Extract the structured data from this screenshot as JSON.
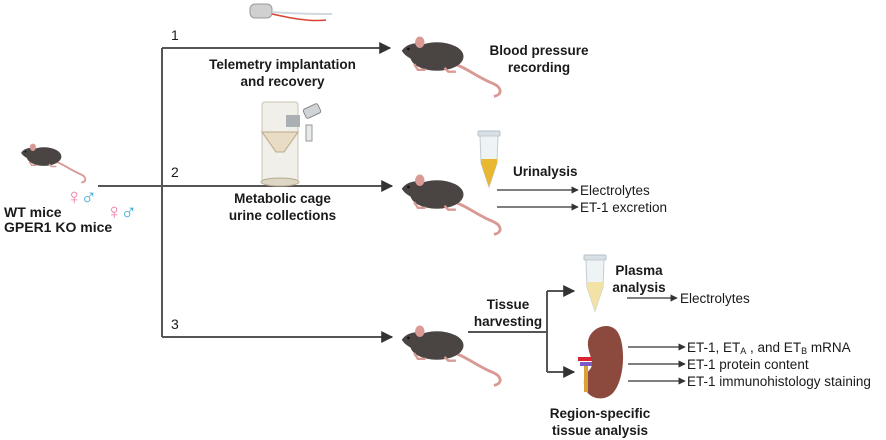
{
  "groups": {
    "label_line1": "WT mice",
    "label_line2": "GPER1 KO mice",
    "female_symbol": "♀",
    "male_symbol": "♂"
  },
  "branches": [
    {
      "number": "1",
      "step_line1": "Telemetry implantation",
      "step_line2": "and recovery",
      "outcome_line1": "Blood pressure",
      "outcome_line2": "recording",
      "device_icon": "telemetry-transmitter-icon"
    },
    {
      "number": "2",
      "step_line1": "Metabolic cage",
      "step_line2": "urine collections",
      "outcome_title": "Urinalysis",
      "outcome_items": [
        "Electrolytes",
        "ET-1 excretion"
      ],
      "device_icon": "metabolic-cage-icon",
      "sample_icon": "urine-tube-icon"
    },
    {
      "number": "3",
      "step_line1": "Tissue",
      "step_line2": "harvesting",
      "plasma_title_line1": "Plasma",
      "plasma_title_line2": "analysis",
      "plasma_items": [
        "Electrolytes"
      ],
      "tissue_title_line1": "Region-specific",
      "tissue_title_line2": "tissue analysis",
      "tissue_items": [
        {
          "pre": "ET-1, ET",
          "sub1": "A",
          "mid": " , and ET",
          "sub2": "B",
          "post": " mRNA"
        },
        {
          "text": "ET-1 protein content"
        },
        {
          "text": "ET-1 immunohistology staining"
        }
      ],
      "sample_icon": "plasma-tube-icon",
      "organ_icon": "kidney-icon"
    }
  ],
  "colors": {
    "line": "#555555",
    "mouse_body": "#4a4543",
    "mouse_pink": "#d99a96",
    "urine": "#e8b830",
    "plasma": "#f3e2a6",
    "kidney": "#8c4a3f",
    "female": "#f07aa6",
    "male": "#3fa9d8"
  }
}
